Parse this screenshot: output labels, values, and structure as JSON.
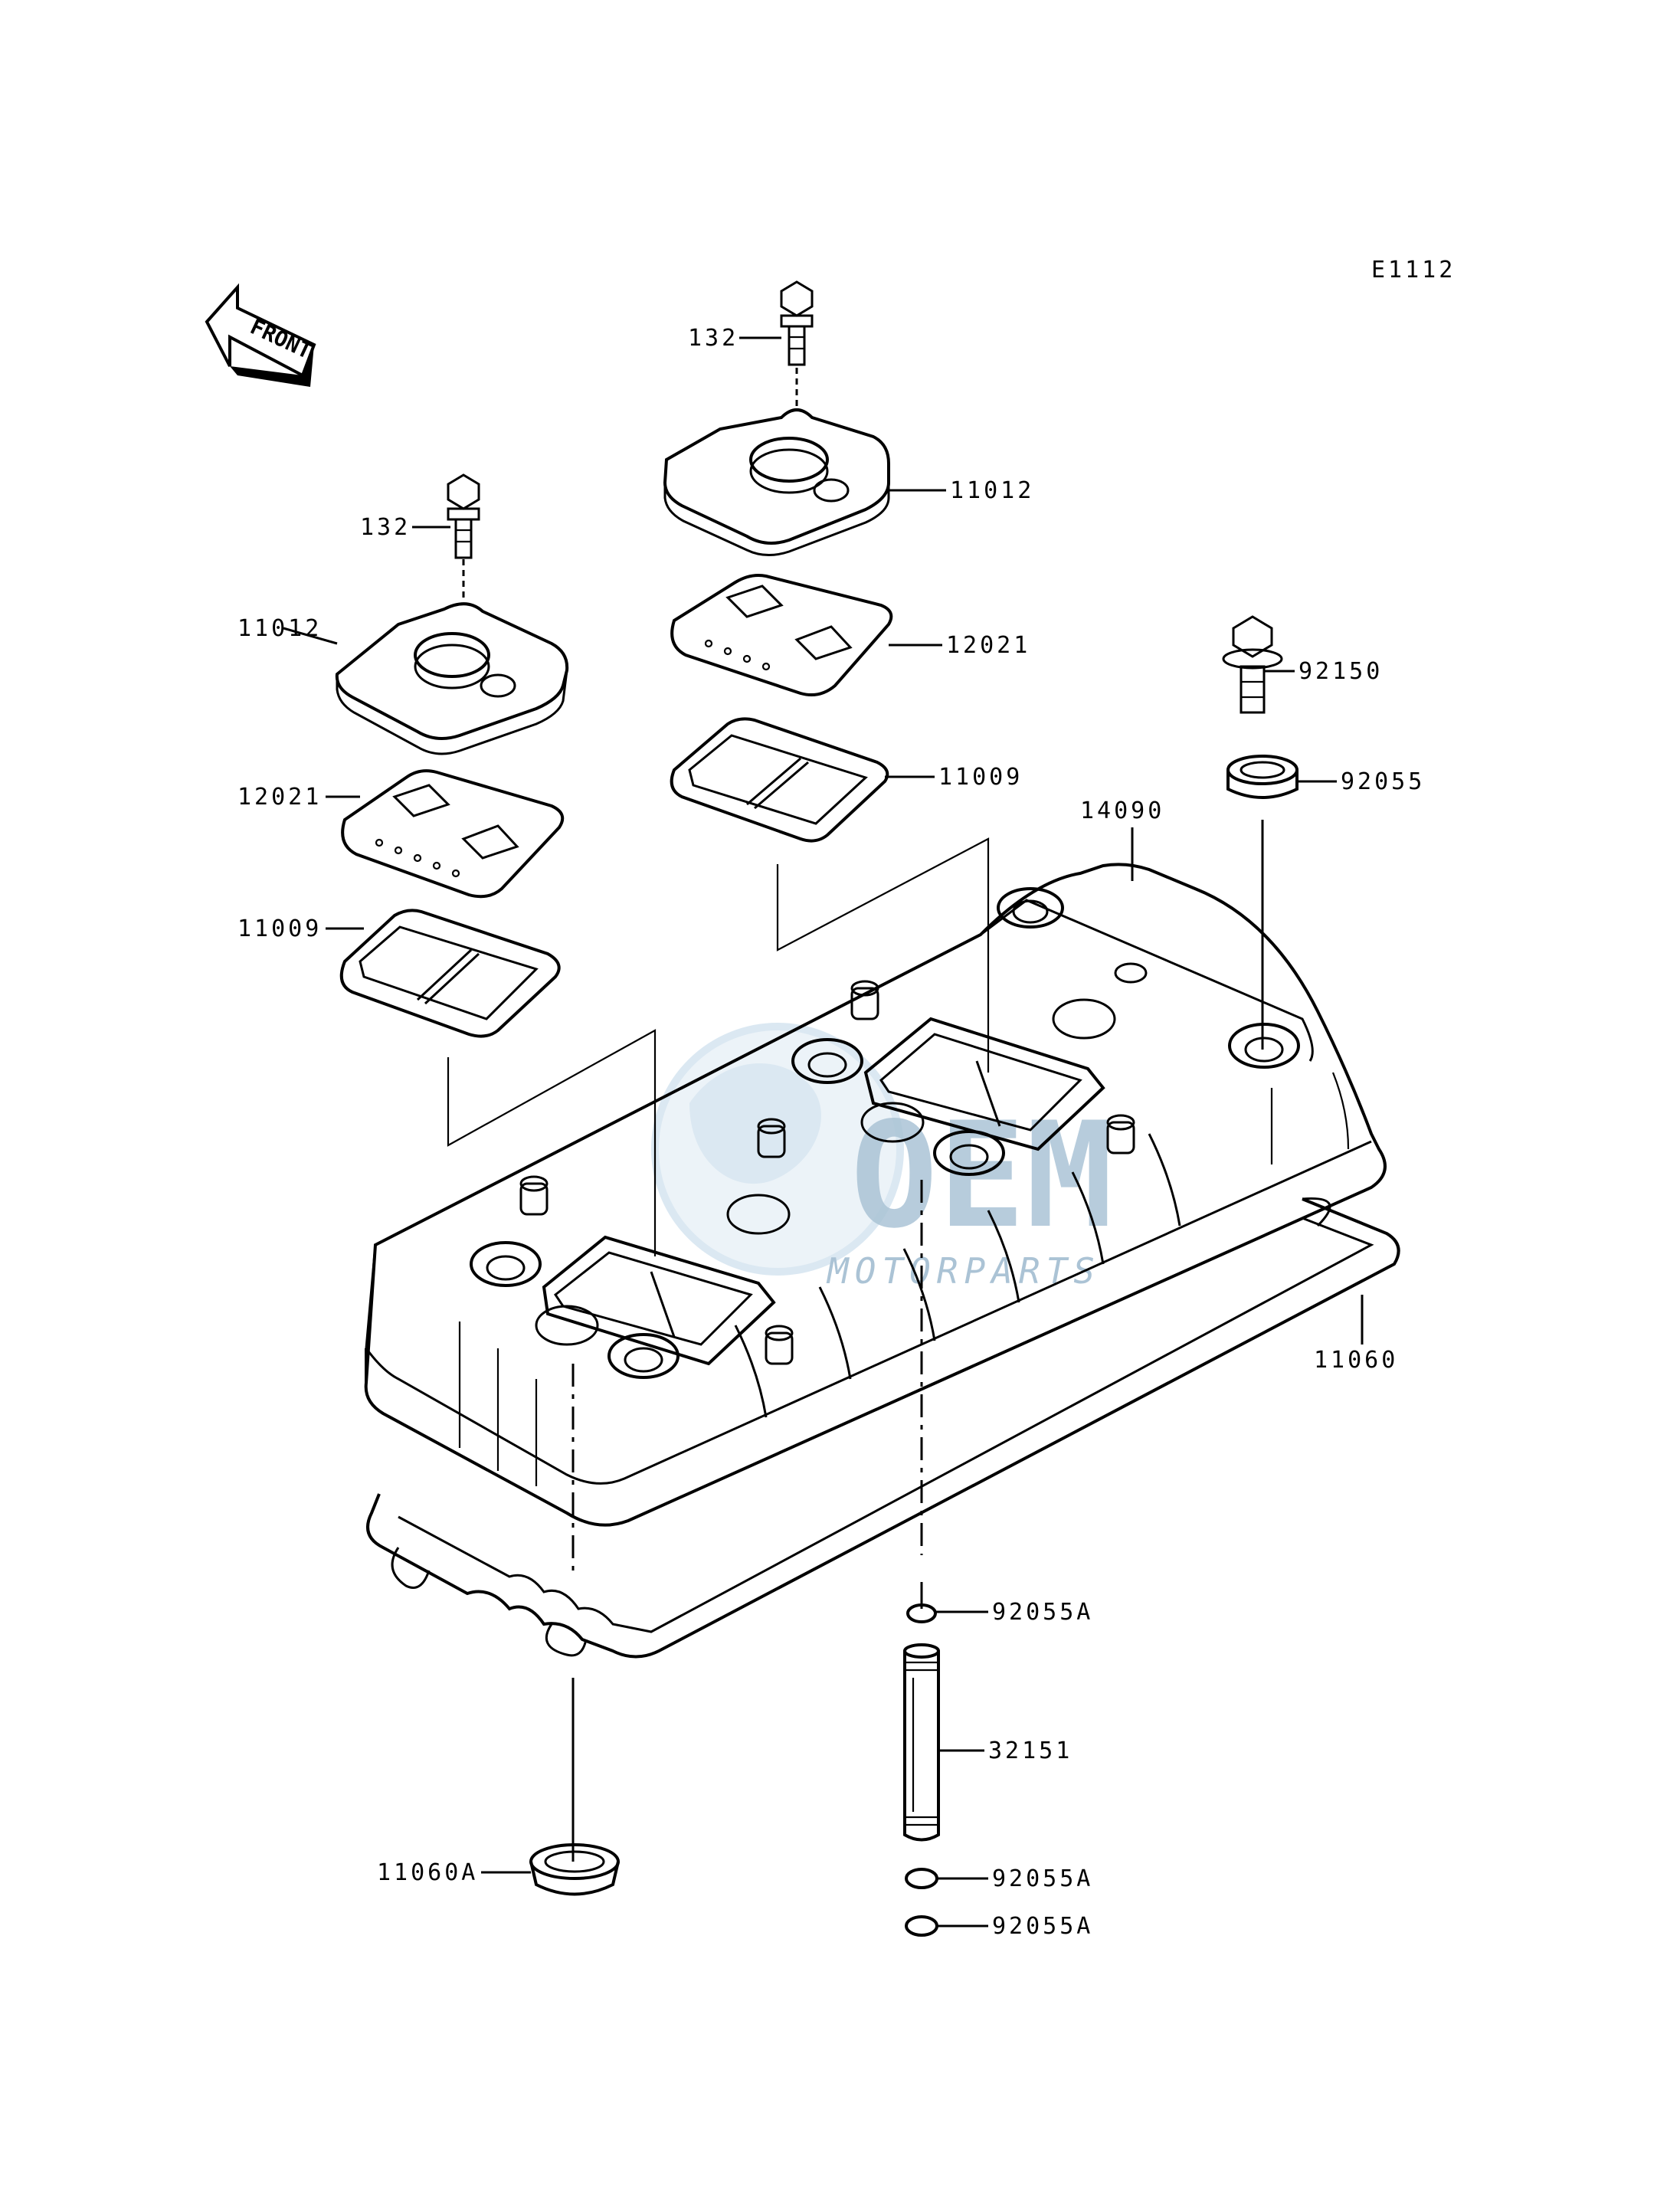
{
  "diagram": {
    "code": "E1112",
    "front_label": "FRONT",
    "watermark": {
      "brand": "OEM",
      "sub": "MOTORPARTS",
      "colors": {
        "main": "#8fb0c8",
        "light": "#cfe1ee"
      }
    },
    "parts": {
      "bolt_right": "132",
      "bolt_left": "132",
      "cover_right": "11012",
      "cover_left": "11012",
      "plate_right": "12021",
      "plate_left": "12021",
      "gasket_right": "11009",
      "gasket_left": "11009",
      "bolt_main": "92150",
      "washer_main": "92055",
      "head_cover": "14090",
      "head_gasket": "11060",
      "plug_seal": "11060A",
      "oring_top": "92055A",
      "pipe": "32151",
      "oring_mid": "92055A",
      "oring_bottom": "92055A"
    }
  }
}
